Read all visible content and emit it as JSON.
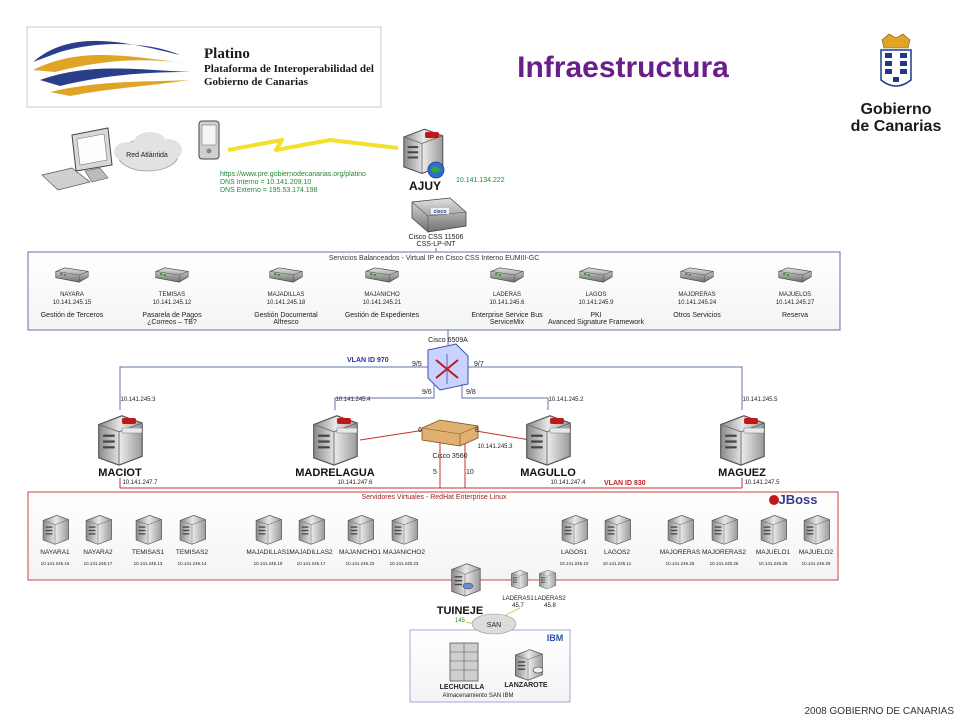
{
  "header": {
    "title": "Infraestructura",
    "logo_platino": {
      "name": "Platino",
      "line1": "Plataforma de Interoperabilidad del",
      "line2": "Gobierno de Canarias"
    },
    "logo_gobierno": {
      "line1": "Gobierno",
      "line2": "de Canarias"
    },
    "footer": "2008 GOBIERNO DE CANARIAS"
  },
  "top": {
    "cloud": "Red Atlántida",
    "links": [
      "https://www.pre.gobiernodecanarias.org/platino",
      "DNS Interno = 10.141.209.10",
      "DNS Externo = 195.53.174.198"
    ],
    "ajuy": {
      "name": "AJUY",
      "ip": "10.141.134.222"
    },
    "cisco_css": [
      "Cisco CSS 11506",
      "CSS-LP-INT"
    ]
  },
  "services_box": {
    "title": "Servicios Balanceados - Virtual IP en Cisco CSS Interno EUMIII-GC",
    "services": [
      {
        "name": "NAYARA",
        "ip": "10.141.245.15",
        "desc": [
          "Gestión de Terceros"
        ]
      },
      {
        "name": "TEMISAS",
        "ip": "10.141.245.12",
        "desc": [
          "Pasarela de Pagos",
          "¿Correos – TB?"
        ]
      },
      {
        "name": "MAJADILLAS",
        "ip": "10.141.245.18",
        "desc": [
          "Gestión Documental",
          "Alfresco"
        ]
      },
      {
        "name": "MAJANICHO",
        "ip": "10.141.245.21",
        "desc": [
          "Gestión de Expedientes"
        ]
      },
      {
        "name": "LADERAS",
        "ip": "10.141.245.6",
        "desc": [
          "Enterprise Service Bus",
          "ServiceMix"
        ]
      },
      {
        "name": "LAGOS",
        "ip": "10.141.245.9",
        "desc": [
          "PKI",
          "Avanced Signature Framework"
        ]
      },
      {
        "name": "MAJORERAS",
        "ip": "10.141.245.24",
        "desc": [
          "Otros Servicios"
        ]
      },
      {
        "name": "MAJUELOS",
        "ip": "10.141.245.27",
        "desc": [
          "Reserva"
        ]
      }
    ]
  },
  "core": {
    "cisco6509": "Cisco 6509A",
    "vlan970": "VLAN ID 970",
    "vlan830": "VLAN ID 830",
    "cisco3560": "Cisco 3560",
    "ports": {
      "p95": "9/5",
      "p97": "9/7",
      "p96": "9/6",
      "p98": "9/8",
      "p6": "6",
      "p8": "8",
      "p5": "5",
      "p10": "10"
    },
    "hosts": [
      {
        "name": "MACIOT",
        "ip_top": "10.141.245.3",
        "ip_bottom": "10.141.247.7"
      },
      {
        "name": "MADRELAGUA",
        "ip_top": "10.141.245.4",
        "ip_bottom": "10.141.247.6"
      },
      {
        "name": "MAGULLO",
        "ip_top": "10.141.245.2",
        "ip_bottom": "10.141.247.4",
        "ip_side": "10.141.245.3"
      },
      {
        "name": "MAGUEZ",
        "ip_top": "10.141.245.5",
        "ip_bottom": "10.141.247.5"
      }
    ]
  },
  "vm_box": {
    "title": "Servidores Virtuales - RedHat Enterprise Linux",
    "jboss": "JBoss",
    "vms": [
      {
        "name": "NAYARA1",
        "ip": "10.141.245.16"
      },
      {
        "name": "NAYARA2",
        "ip": "10.141.245.17"
      },
      {
        "name": "TEMISAS1",
        "ip": "10.141.245.13"
      },
      {
        "name": "TEMISAS2",
        "ip": "10.141.245.14"
      },
      {
        "name": "MAJADILLAS1",
        "ip": "10.141.245.19"
      },
      {
        "name": "MAJADILLAS2",
        "ip": "10.141.245.17"
      },
      {
        "name": "MAJANICHO1",
        "ip": "10.141.245.22"
      },
      {
        "name": "MAJANICHO2",
        "ip": "10.141.245.23"
      },
      {
        "name": "LAGOS1",
        "ip": "10.141.245.10"
      },
      {
        "name": "LAGOS2",
        "ip": "10.141.245.11"
      },
      {
        "name": "MAJORERAS",
        "ip": "10.141.245.25"
      },
      {
        "name": "MAJORERAS2",
        "ip": "10.141.245.26"
      },
      {
        "name": "MAJUELO1",
        "ip": "10.141.245.28"
      },
      {
        "name": "MAJUELO2",
        "ip": "10.141.245.29"
      }
    ],
    "tuineje": {
      "name": "TUINEJE",
      "ip": "145"
    },
    "laderas": [
      {
        "name": "LADERAS1",
        "ip": "45.7"
      },
      {
        "name": "LADERAS2",
        "ip": "45.8"
      }
    ]
  },
  "storage": {
    "san": "SAN",
    "ibm": "IBM",
    "lechucilla": "LECHUCILLA",
    "lanzarote": "LANZAROTE",
    "caption": "Almacenamiento SAN IBM"
  },
  "colors": {
    "title": "#6a1e8c",
    "box_border": "#d04040",
    "link_line": "#c03030",
    "vlan_line": "#6070b0"
  }
}
